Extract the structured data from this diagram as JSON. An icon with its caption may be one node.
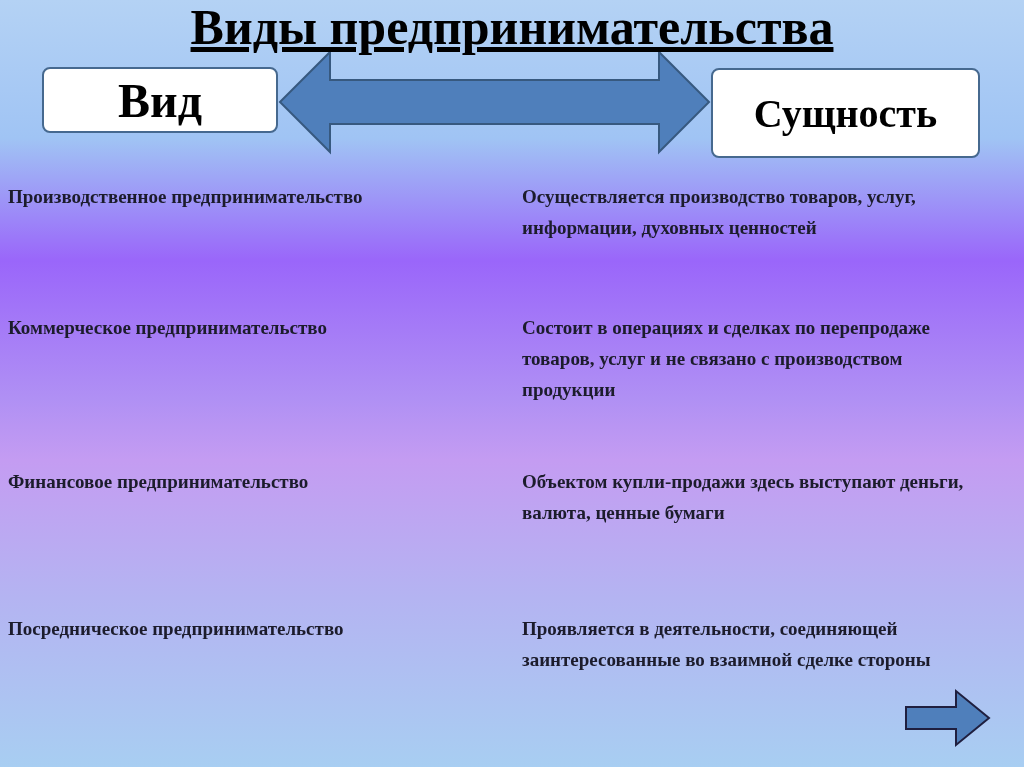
{
  "diagram": {
    "title": "Виды предпринимательства",
    "nodes": [
      {
        "text": [
          "Вид"
        ]
      },
      {
        "text": [
          "Сущность"
        ]
      }
    ],
    "edges": [
      {
        "from": 0,
        "to": 1,
        "arrow": "both"
      }
    ],
    "labels": [
      "Производственное предпринимательство",
      "Осуществляется производство товаров, услуг, информации, духовных ценностей",
      "Коммерческое предпринимательство",
      "Состоит в операциях и сделках по перепродаже товаров, услуг и не связано с производством продукции",
      "Финансовое предпринимательство",
      "Объектом купли-продажи здесь выступают деньги, валюта, ценные бумаги",
      "Посредническое предпринимательство",
      "Проявляется в деятельности, соединяющей заинтересованные во взаимной сделке стороны"
    ]
  }
}
